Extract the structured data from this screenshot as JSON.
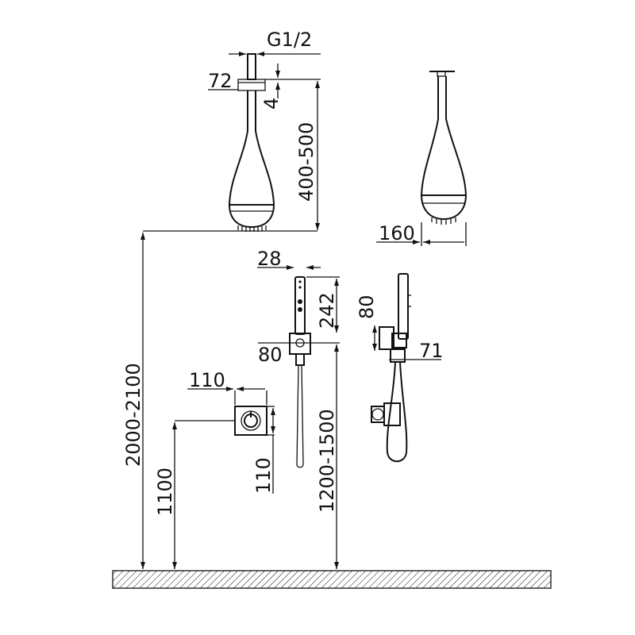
{
  "dimensions": {
    "thread": "G1/2",
    "arm_width": "72",
    "plate_depth": "4",
    "head_drop": "400-500",
    "head_diameter": "160",
    "handset_width": "28",
    "handset_length": "242",
    "holder_height": "80",
    "holder_depth": "80",
    "holder_projection": "71",
    "control_width": "110",
    "control_height": "110",
    "head_height": "2000-2100",
    "control_height_floor": "1100",
    "holder_height_floor": "1200-1500"
  },
  "colors": {
    "line": "#111111",
    "hatch": "#111111"
  }
}
